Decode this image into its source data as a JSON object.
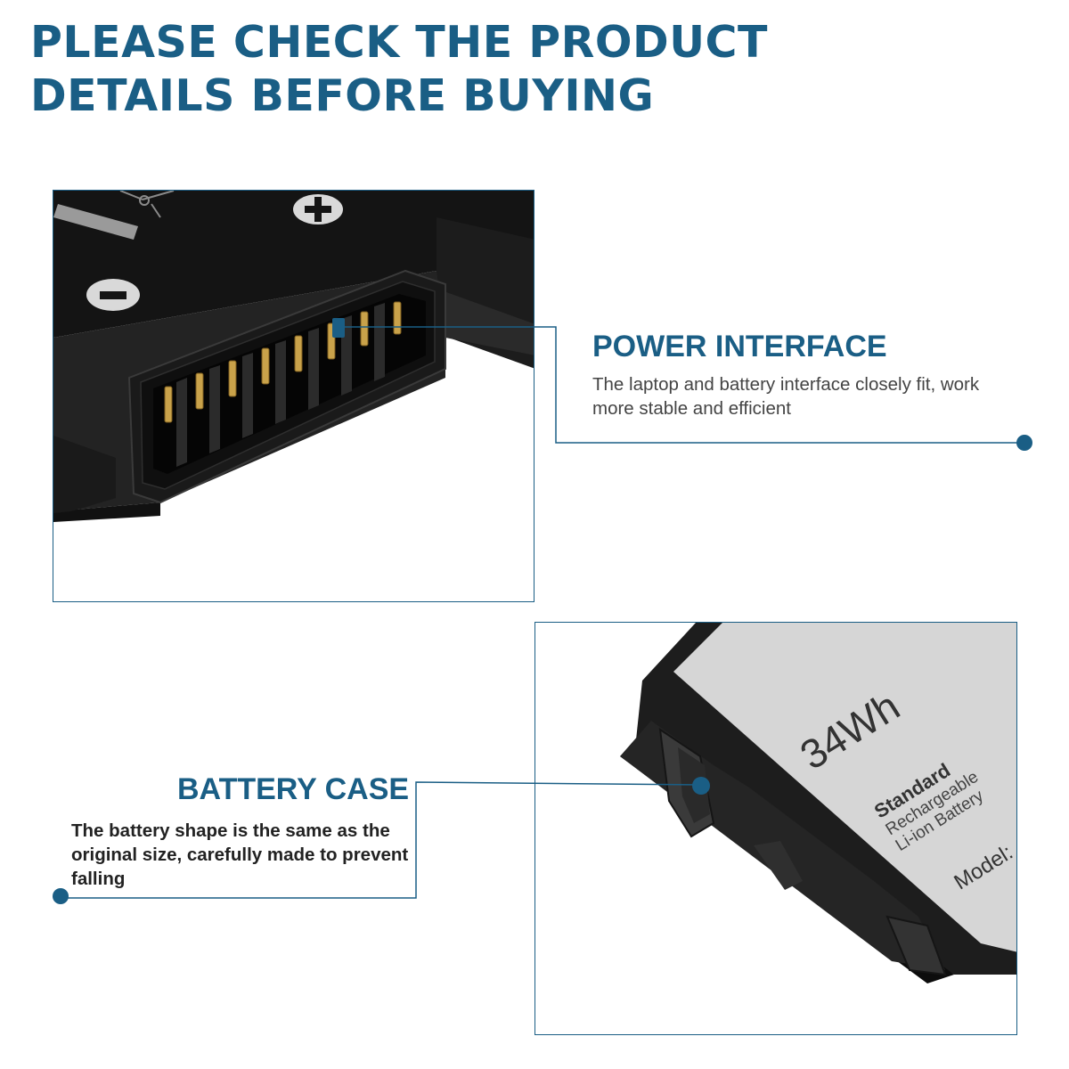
{
  "headline": {
    "line1": "PLEASE CHECK THE PRODUCT",
    "line2": "DETAILS BEFORE BUYING"
  },
  "features": {
    "power": {
      "title": "POWER INTERFACE",
      "description_line1": "The laptop and battery interface closely fit, work",
      "description_line2": "more stable and efficient"
    },
    "case": {
      "title": "BATTERY CASE",
      "description_line1": "The battery  shape is  the  same as the",
      "description_line2": "original size, carefully made to prevent",
      "description_line3": "falling"
    }
  },
  "label": {
    "capacity": "34Wh",
    "line1": "Standard",
    "line2": "Rechargeable",
    "line3": "Li-ion Battery",
    "model": "Model:"
  },
  "colors": {
    "accent": "#1a5e85",
    "battery_body": "#1d1d1d",
    "label_bg": "#d6d6d6"
  }
}
